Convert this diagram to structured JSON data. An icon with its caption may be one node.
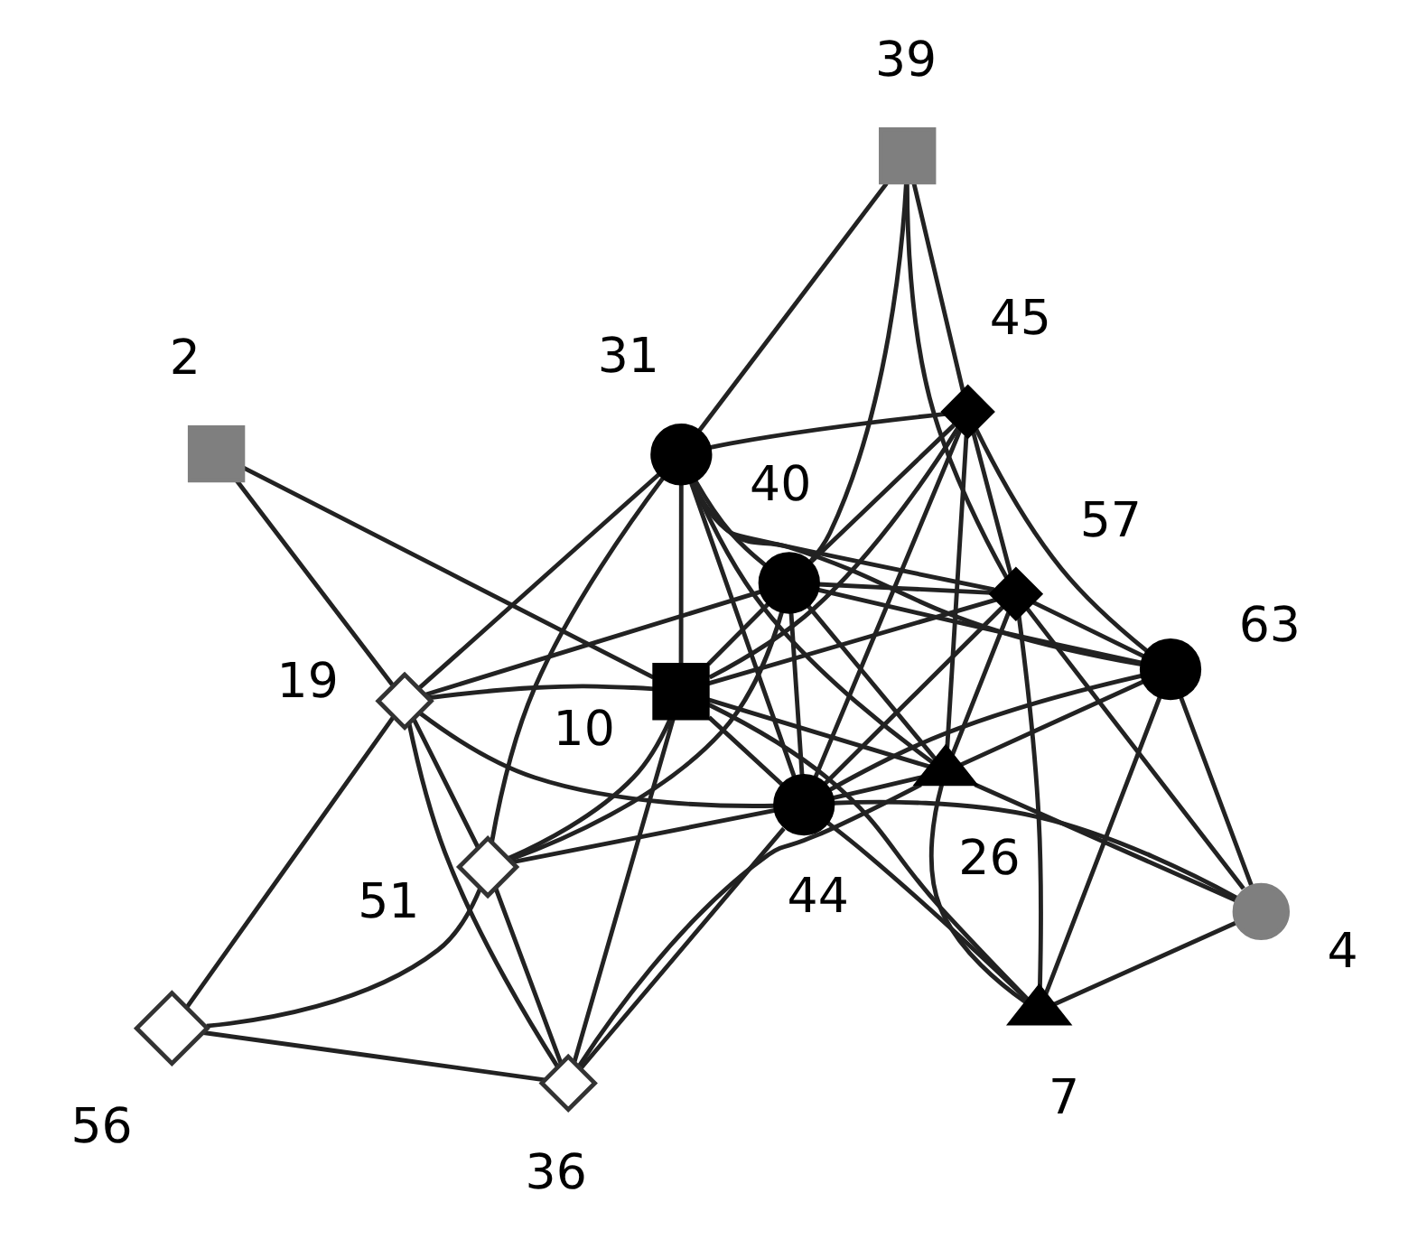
{
  "diagram": {
    "nodes": [
      {
        "text": [],
        "shape": "circle",
        "beside": [
          "4"
        ]
      },
      {
        "text": [],
        "shape": "triangle",
        "beside": [
          "7"
        ]
      },
      {
        "text": [],
        "shape": "diamond",
        "beside": [
          "36"
        ]
      },
      {
        "text": [],
        "shape": "circle",
        "beside": [
          "63"
        ]
      },
      {
        "text": [],
        "shape": "triangle",
        "beside": [
          "26"
        ]
      },
      {
        "text": [],
        "shape": "circle",
        "beside": [
          "44"
        ]
      },
      {
        "text": [],
        "shape": "diamond",
        "beside": [
          "56"
        ]
      },
      {
        "text": [],
        "shape": "diamond",
        "beside": [
          "57"
        ]
      },
      {
        "text": [],
        "shape": "box",
        "beside": [
          "10"
        ]
      },
      {
        "text": [],
        "shape": "diamond",
        "beside": [
          "19"
        ]
      },
      {
        "text": [],
        "shape": "diamond",
        "beside": [
          "51"
        ]
      },
      {
        "text": [],
        "shape": "diamond",
        "beside": [
          "45"
        ]
      },
      {
        "text": [],
        "shape": "circle",
        "beside": [
          "40"
        ]
      },
      {
        "text": [],
        "shape": "circle",
        "beside": [
          "31"
        ]
      },
      {
        "text": [],
        "shape": "box",
        "beside": [
          "2"
        ]
      },
      {
        "text": [],
        "shape": "box",
        "beside": [
          "39"
        ]
      }
    ],
    "edges": [
      {
        "from": 0,
        "to": 1,
        "arrow": "none"
      },
      {
        "from": 0,
        "to": 3,
        "arrow": "none"
      },
      {
        "from": 0,
        "to": 7,
        "arrow": "none"
      },
      {
        "from": 0,
        "to": 4,
        "arrow": "none"
      },
      {
        "from": 0,
        "to": 5,
        "arrow": "none"
      },
      {
        "from": 1,
        "to": 3,
        "arrow": "none"
      },
      {
        "from": 1,
        "to": 7,
        "arrow": "none"
      },
      {
        "from": 1,
        "to": 4,
        "arrow": "none"
      },
      {
        "from": 1,
        "to": 5,
        "arrow": "none"
      },
      {
        "from": 1,
        "to": 8,
        "arrow": "none"
      },
      {
        "from": 3,
        "to": 4,
        "arrow": "none"
      },
      {
        "from": 3,
        "to": 5,
        "arrow": "none"
      },
      {
        "from": 3,
        "to": 7,
        "arrow": "none"
      },
      {
        "from": 3,
        "to": 11,
        "arrow": "none"
      },
      {
        "from": 3,
        "to": 12,
        "arrow": "none"
      },
      {
        "from": 3,
        "to": 13,
        "arrow": "none"
      },
      {
        "from": 4,
        "to": 5,
        "arrow": "none"
      },
      {
        "from": 4,
        "to": 2,
        "arrow": "none"
      },
      {
        "from": 4,
        "to": 7,
        "arrow": "none"
      },
      {
        "from": 4,
        "to": 11,
        "arrow": "none"
      },
      {
        "from": 4,
        "to": 12,
        "arrow": "none"
      },
      {
        "from": 4,
        "to": 13,
        "arrow": "none"
      },
      {
        "from": 4,
        "to": 8,
        "arrow": "none"
      },
      {
        "from": 5,
        "to": 2,
        "arrow": "none"
      },
      {
        "from": 5,
        "to": 7,
        "arrow": "none"
      },
      {
        "from": 5,
        "to": 11,
        "arrow": "none"
      },
      {
        "from": 5,
        "to": 12,
        "arrow": "none"
      },
      {
        "from": 5,
        "to": 13,
        "arrow": "none"
      },
      {
        "from": 5,
        "to": 8,
        "arrow": "none"
      },
      {
        "from": 5,
        "to": 9,
        "arrow": "none"
      },
      {
        "from": 5,
        "to": 10,
        "arrow": "none"
      },
      {
        "from": 2,
        "to": 6,
        "arrow": "none"
      },
      {
        "from": 2,
        "to": 9,
        "arrow": "none"
      },
      {
        "from": 2,
        "to": 10,
        "arrow": "none"
      },
      {
        "from": 2,
        "to": 8,
        "arrow": "none"
      },
      {
        "from": 6,
        "to": 9,
        "arrow": "none"
      },
      {
        "from": 6,
        "to": 10,
        "arrow": "none"
      },
      {
        "from": 9,
        "to": 8,
        "arrow": "none"
      },
      {
        "from": 9,
        "to": 10,
        "arrow": "none"
      },
      {
        "from": 9,
        "to": 12,
        "arrow": "none"
      },
      {
        "from": 9,
        "to": 13,
        "arrow": "none"
      },
      {
        "from": 9,
        "to": 14,
        "arrow": "none"
      },
      {
        "from": 7,
        "to": 8,
        "arrow": "none"
      },
      {
        "from": 7,
        "to": 11,
        "arrow": "none"
      },
      {
        "from": 7,
        "to": 12,
        "arrow": "none"
      },
      {
        "from": 7,
        "to": 13,
        "arrow": "none"
      },
      {
        "from": 7,
        "to": 15,
        "arrow": "none"
      },
      {
        "from": 8,
        "to": 10,
        "arrow": "none"
      },
      {
        "from": 8,
        "to": 12,
        "arrow": "none"
      },
      {
        "from": 8,
        "to": 13,
        "arrow": "none"
      },
      {
        "from": 8,
        "to": 11,
        "arrow": "none"
      },
      {
        "from": 8,
        "to": 14,
        "arrow": "none"
      },
      {
        "from": 10,
        "to": 12,
        "arrow": "none"
      },
      {
        "from": 10,
        "to": 13,
        "arrow": "none"
      },
      {
        "from": 12,
        "to": 11,
        "arrow": "none"
      },
      {
        "from": 12,
        "to": 13,
        "arrow": "none"
      },
      {
        "from": 12,
        "to": 15,
        "arrow": "none"
      },
      {
        "from": 11,
        "to": 13,
        "arrow": "none"
      },
      {
        "from": 11,
        "to": 15,
        "arrow": "none"
      },
      {
        "from": 13,
        "to": 15,
        "arrow": "none"
      }
    ]
  }
}
